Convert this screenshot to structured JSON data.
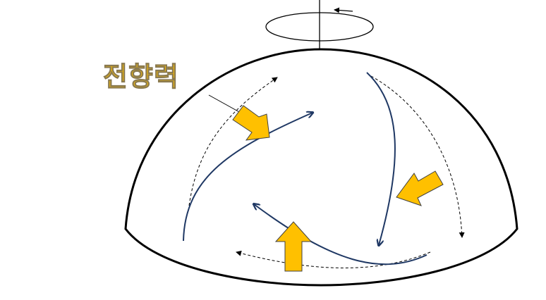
{
  "diagram": {
    "label": "전향력",
    "colors": {
      "force_arrow": "#FFC000",
      "force_arrow_stroke": "#404040",
      "flow_line": "#1F3864",
      "dome": "#000000"
    },
    "elements": [
      "rotation-axis",
      "rotation-direction-arrow",
      "hemisphere-dome",
      "wind-flow-curves",
      "coriolis-force-arrows",
      "dashed-straight-path"
    ]
  }
}
